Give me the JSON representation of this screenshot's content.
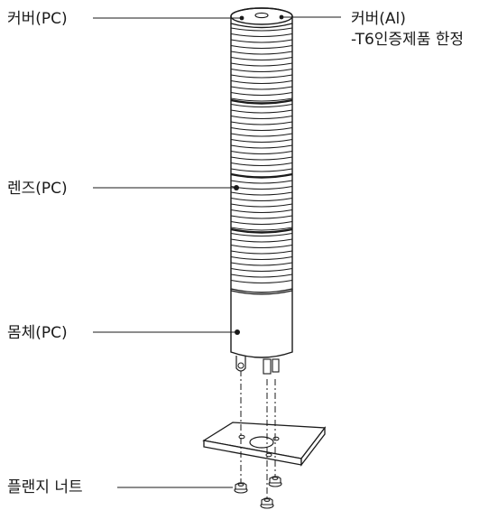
{
  "labels": {
    "cover_pc": "커버(PC)",
    "cover_al_line1": "커버(Al)",
    "cover_al_line2": "-T6인증제품 한정",
    "lens": "렌즈(PC)",
    "body": "몸체(PC)",
    "flange_nut": "플랜지 너트"
  },
  "colors": {
    "stroke": "#1a1a1a",
    "fill": "#ffffff",
    "leader": "#1a1a1a"
  }
}
